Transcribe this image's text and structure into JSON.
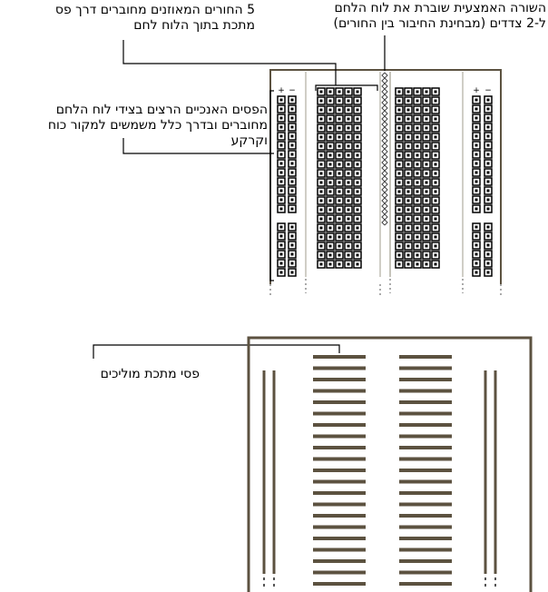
{
  "annotations": {
    "five_holes": [
      "5 החורים המאוזנים מחוברים דרך פס",
      "מתכת בתוך הלוח לחם"
    ],
    "middle_row": [
      "השורה האמצעית שוברת את לוח הלחם",
      "ל-2 צדדים (מבחינת החיבור בין החורים)"
    ],
    "rails": [
      "הפסים האנכיים הרצים בצידי לוח הלחם",
      "מחוברים ובדרך כלל משמשים למקור כוח",
      "וקרקע"
    ],
    "metal_strips": "פסי מתכת מוליכים"
  },
  "breadboard": {
    "plus_sign": "+",
    "minus_sign": "−",
    "outline_color": "#5c5240",
    "hole_color": "#000000",
    "strip_color": "#5c5240",
    "holes_per_row_group": 5,
    "rows_per_half": 20,
    "rail_groups": 4,
    "rail_holes_per_group": 5
  }
}
